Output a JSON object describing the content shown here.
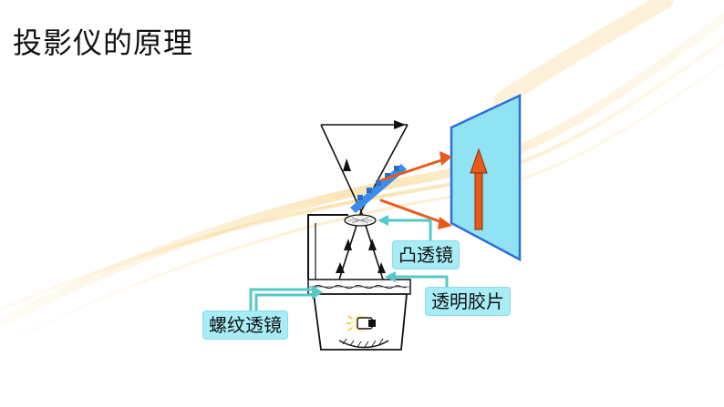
{
  "title": "投影仪的原理",
  "labels": {
    "convex_lens": "凸透镜",
    "transparent_film": "透明胶片",
    "fresnel_lens": "螺纹透镜"
  },
  "colors": {
    "screen_fill": "#8fe3f3",
    "screen_stroke": "#2f6fd6",
    "light_ray": "#e85a1b",
    "pointer": "#55c9c6",
    "mirror": "#3d8de8",
    "label_bg": "#a8ecf5",
    "glow": "#f7c96a"
  }
}
